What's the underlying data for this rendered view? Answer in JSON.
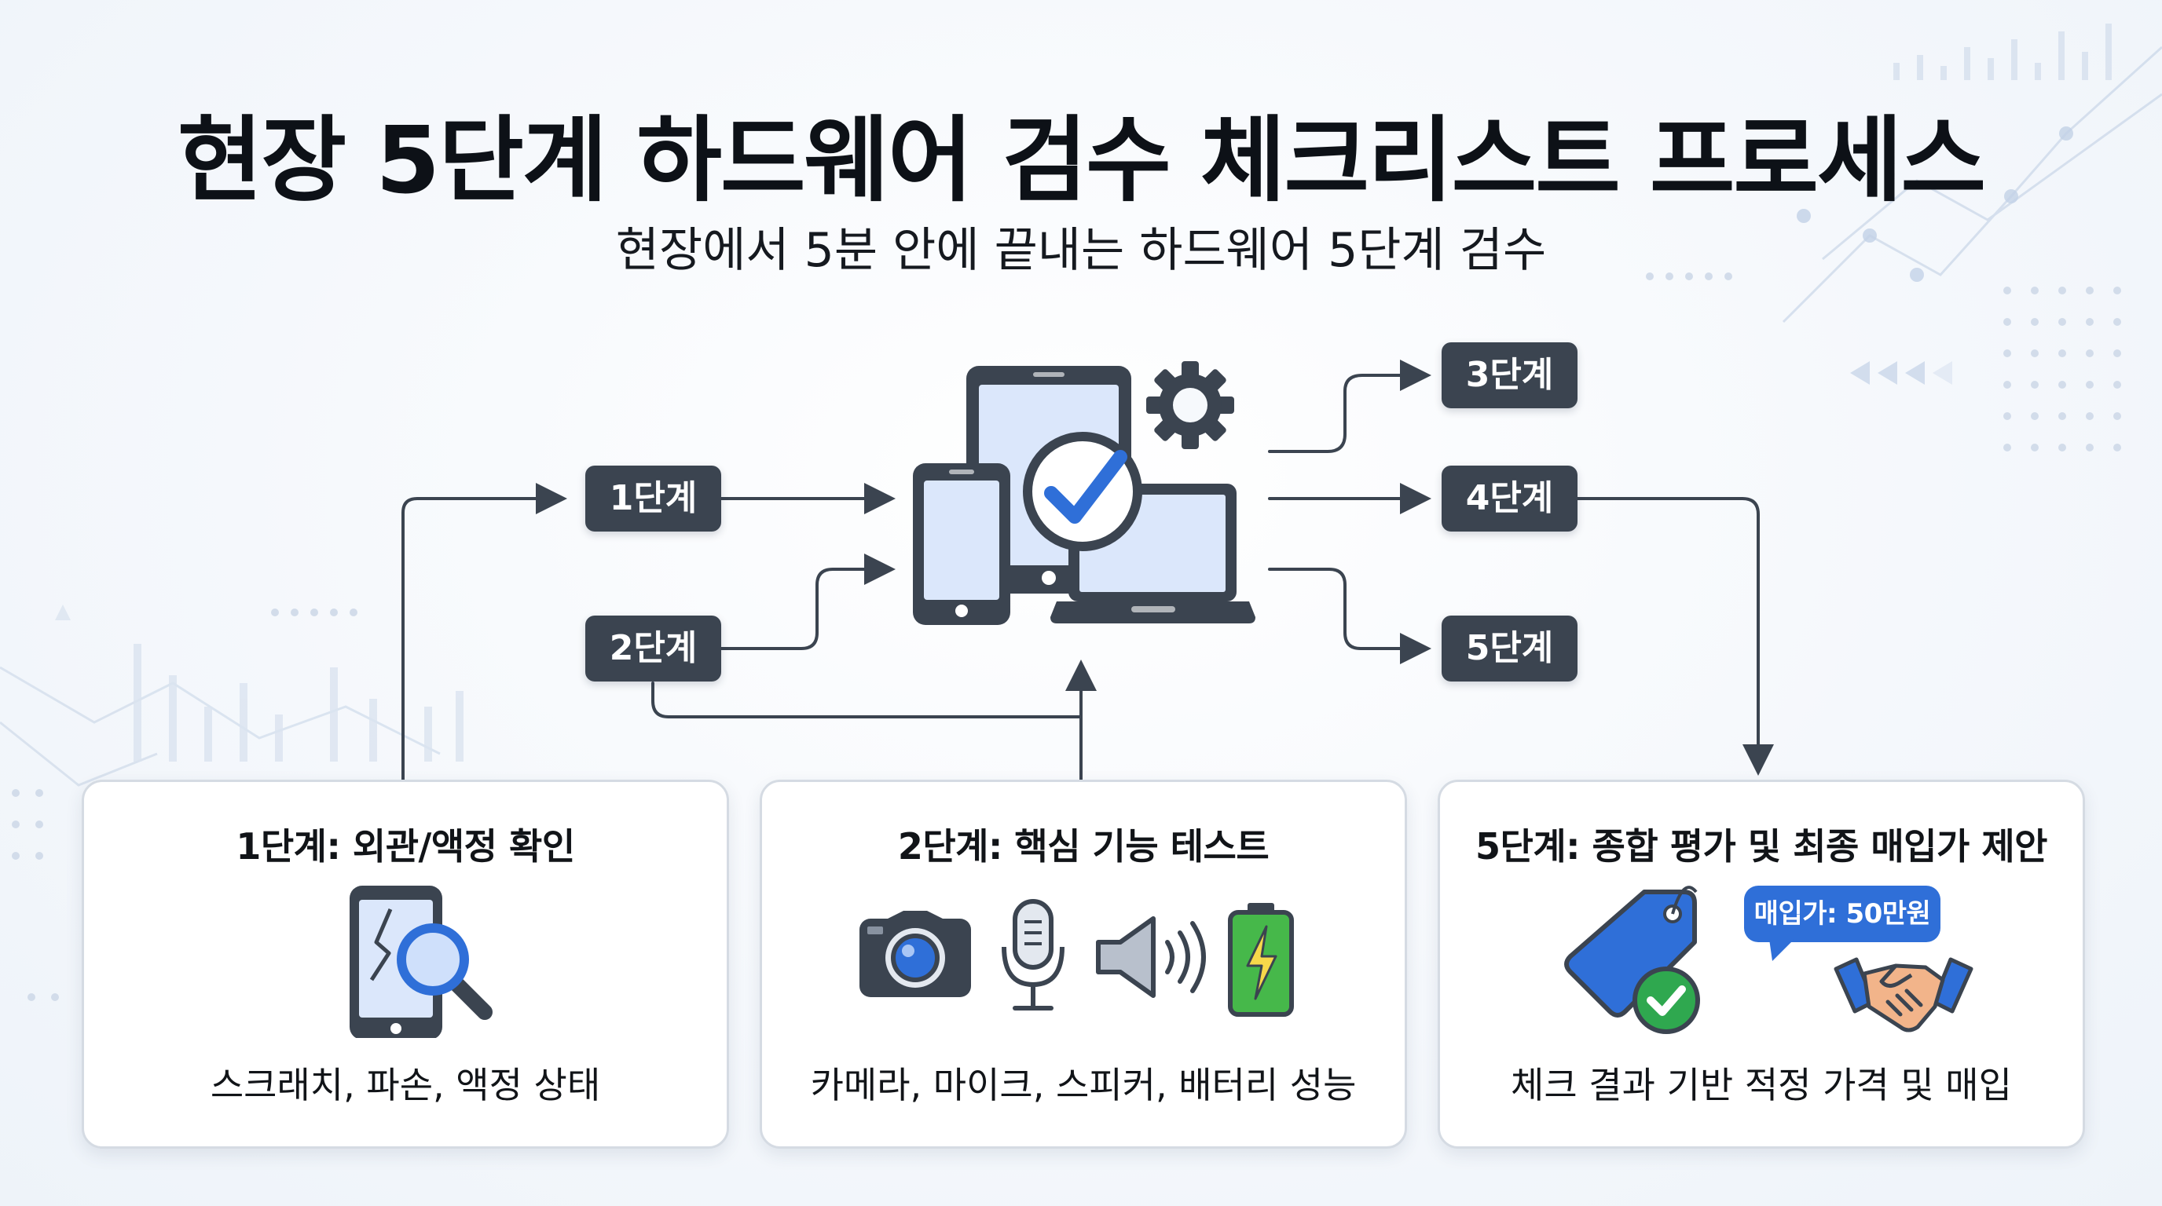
{
  "title": "현장 5단계 하드웨어 검수 체크리스트 프로세스",
  "subtitle": "현장에서 5분 안에 끝내는 하드웨어 5단계 검수",
  "stages": {
    "s1": "1단계",
    "s2": "2단계",
    "s3": "3단계",
    "s4": "4단계",
    "s5": "5단계"
  },
  "cards": [
    {
      "title": "1단계: 외관/액정 확인",
      "desc": "스크래치, 파손, 액정 상태"
    },
    {
      "title": "2단계: 핵심 기능 테스트",
      "desc": "카메라, 마이크, 스피커, 배터리 성능"
    },
    {
      "title": "5단계: 종합 평가 및 최종 매입가 제안",
      "desc": "체크 결과 기반 적정 가격 및 매입"
    }
  ],
  "price_bubble": "매입가: 50만원",
  "colors": {
    "stage_bg": "#3b4450",
    "accent_blue": "#2f6fd8",
    "icon_outline": "#3b4450",
    "screen_fill": "#dbe7fb",
    "battery_green": "#46b84a",
    "check_green": "#2fa84f"
  },
  "icons": [
    "devices-check-icon",
    "gear-icon",
    "cracked-phone-magnifier-icon",
    "camera-icon",
    "microphone-icon",
    "speaker-icon",
    "battery-charging-icon",
    "price-tag-check-icon",
    "handshake-icon"
  ]
}
